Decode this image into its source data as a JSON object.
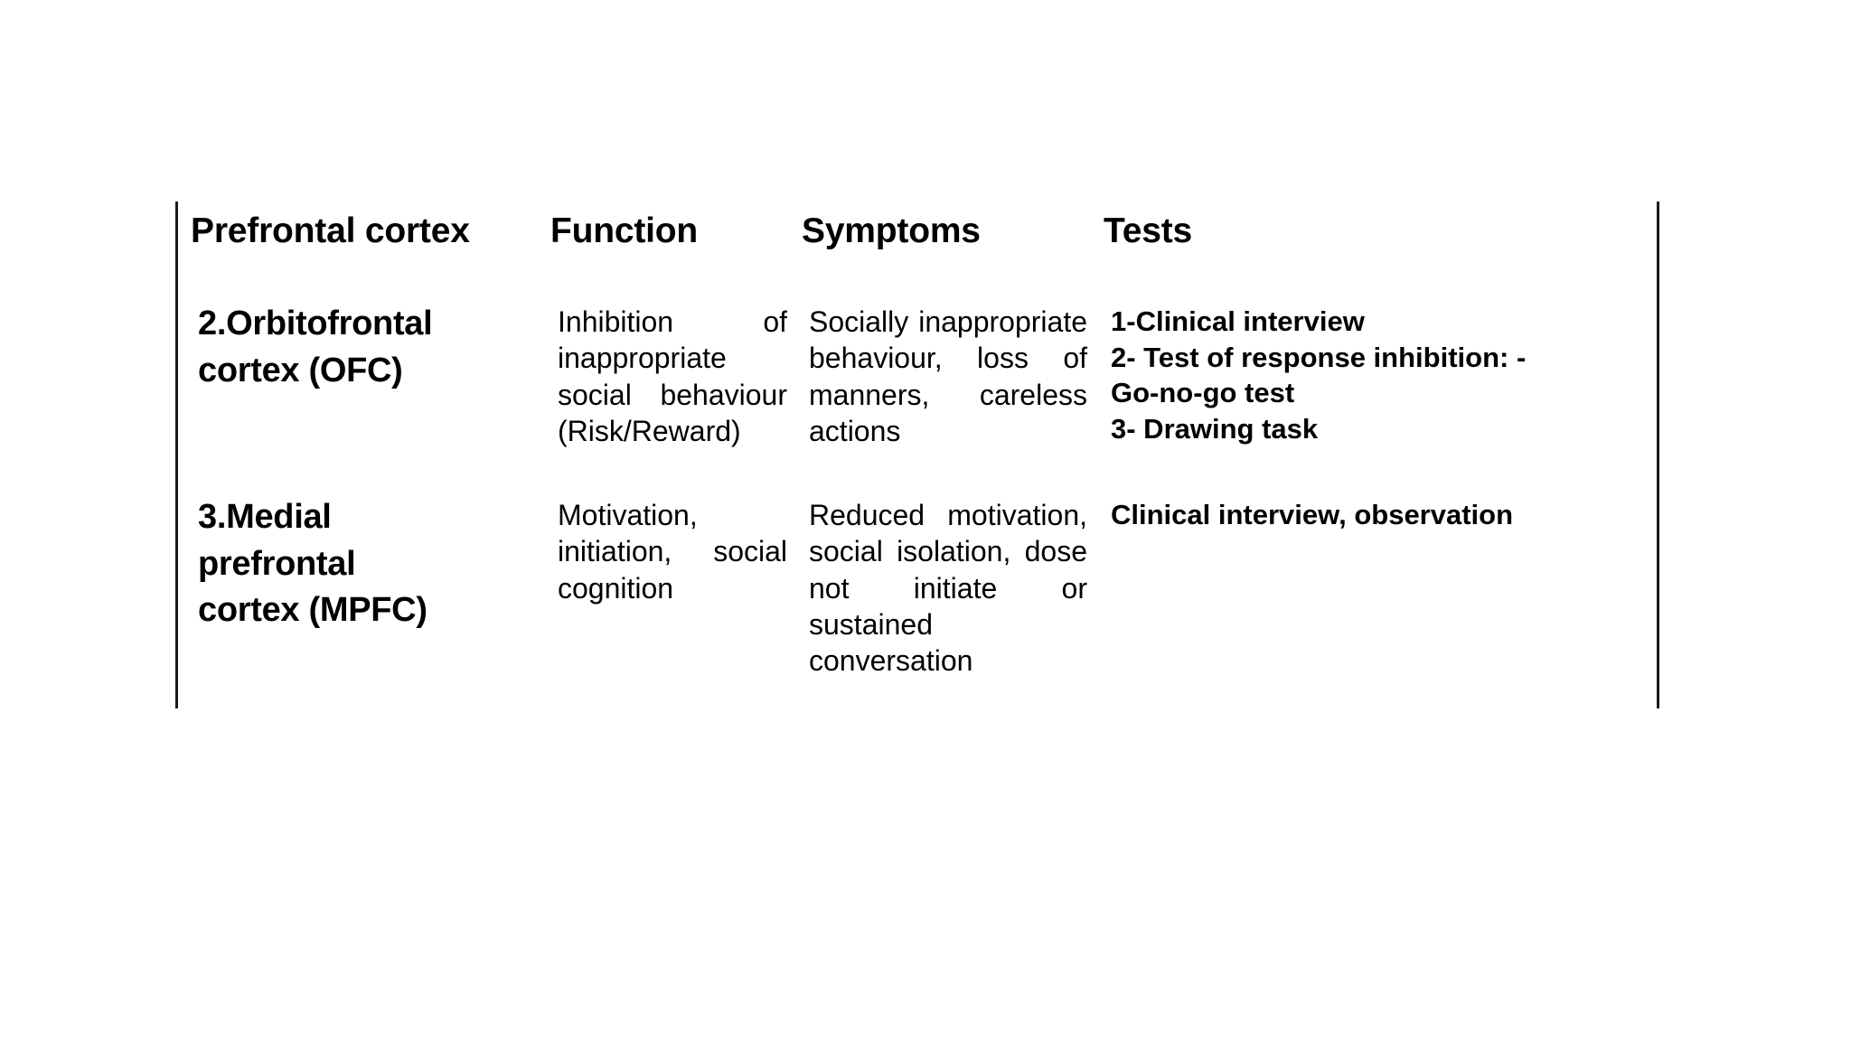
{
  "document": {
    "background_color": "#ffffff",
    "text_color": "#000000",
    "border_color": "#1a1a1a"
  },
  "table": {
    "name": "prefrontal-cortex-regions-table",
    "columns": [
      {
        "key": "region",
        "header_line1": "Prefrontal",
        "header_line2": "cortex"
      },
      {
        "key": "function",
        "header_line1": "Function",
        "header_line2": ""
      },
      {
        "key": "symptoms",
        "header_line1": "Symptoms",
        "header_line2": ""
      },
      {
        "key": "tests",
        "header_line1": "Tests",
        "header_line2": ""
      }
    ],
    "header": {
      "region": "Prefrontal cortex",
      "function": "Function",
      "symptoms": "Symptoms",
      "tests": "Tests"
    },
    "rows": [
      {
        "id": "row-ofc",
        "region_line1": "2.Orbitofrontal",
        "region_line2": "cortex (OFC)",
        "region": "2.Orbitofrontal cortex (OFC)",
        "function": "Inhibition of inappropriate social behaviour (Risk/Reward)",
        "symptoms": "Socially inappropriate behaviour, loss of manners, careless actions",
        "tests_items": [
          "1-Clinical interview",
          "2- Test of response inhibition: -",
          "Go-no-go test",
          "3- Drawing task"
        ],
        "tests": "1-Clinical interview 2- Test of response inhibition: - Go-no-go test 3- Drawing task"
      },
      {
        "id": "row-mpfc",
        "region_line1": "3.Medial",
        "region_line2": "prefrontal",
        "region_line3": "cortex (MPFC)",
        "region": "3.Medial prefrontal cortex (MPFC)",
        "function": "Motivation, initiation, social cognition",
        "symptoms": "Reduced motivation, social isolation, dose not initiate or sustained conversation",
        "tests_items": [
          "Clinical interview, observation"
        ],
        "tests": "Clinical interview, observation"
      }
    ]
  }
}
